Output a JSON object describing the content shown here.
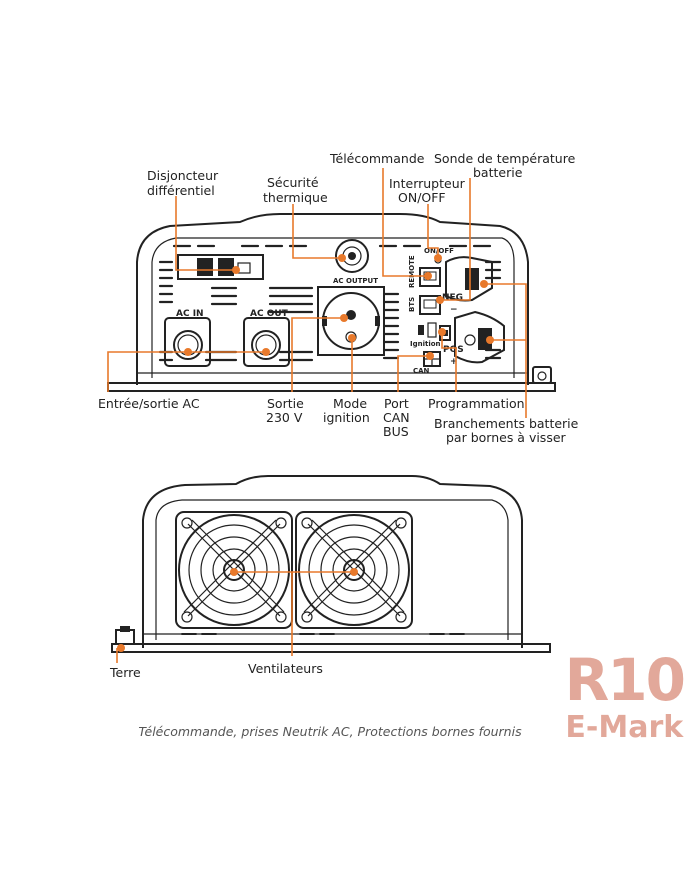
{
  "labels": {
    "disjoncteur_1": "Disjoncteur",
    "disjoncteur_2": "différentiel",
    "securite_1": "Sécurité",
    "securite_2": "thermique",
    "telecommande": "Télécommande",
    "interrupteur_1": "Interrupteur",
    "interrupteur_2": "ON/OFF",
    "sonde_1": "Sonde de température",
    "sonde_2": "batterie",
    "entree_sortie": "Entrée/sortie AC",
    "sortie_1": "Sortie",
    "sortie_2": "230 V",
    "mode_1": "Mode",
    "mode_2": "ignition",
    "port_1": "Port",
    "port_2": "CAN",
    "port_3": "BUS",
    "programmation": "Programmation",
    "branchements_1": "Branchements batterie",
    "branchements_2": "par bornes à visser",
    "terre": "Terre",
    "ventilateurs": "Ventilateurs"
  },
  "panel_text": {
    "ac_in": "AC IN",
    "ac_out": "AC OUT",
    "ac_output": "AC OUTPUT",
    "on_off": "ON/OFF",
    "remote": "REMOTE",
    "bts": "BTS",
    "neg": "NEG",
    "minus": "−",
    "pos": "POS",
    "plus": "+",
    "ignition": "Ignition",
    "can": "CAN"
  },
  "caption": "Télécommande, prises Neutrik AC, Protections bornes fournis",
  "brand": {
    "line1": "R10",
    "line2": "E-Mark"
  },
  "colors": {
    "accent": "#e8792b",
    "brand": "#e2a89a",
    "ink": "#222222"
  }
}
